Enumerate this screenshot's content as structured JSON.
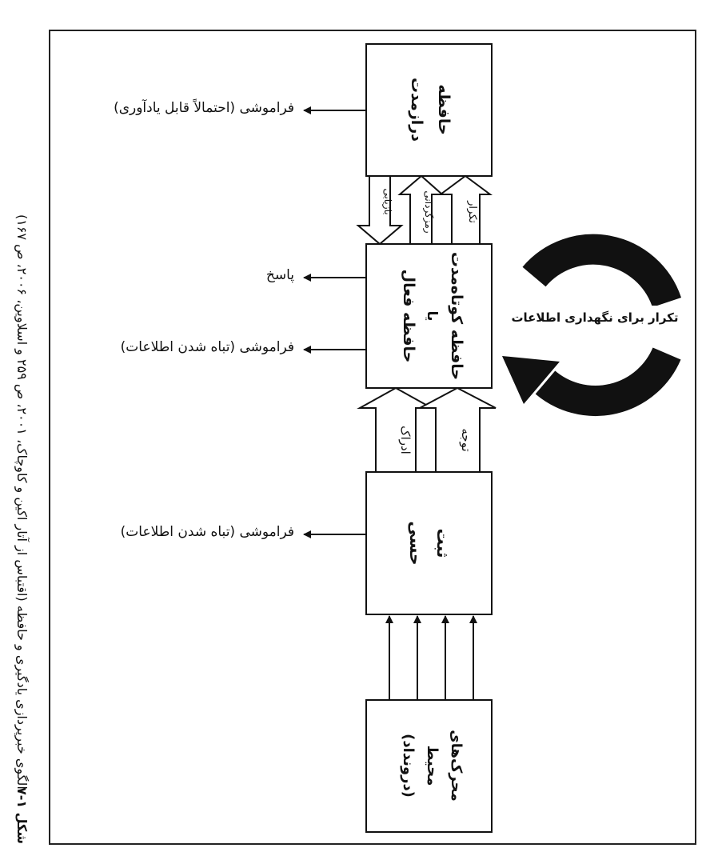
{
  "caption": {
    "figure_number": "شکل ۱-۷",
    "text": "الگوی خبرپردازی یادگیری و حافظه (اقتباس از آتار اکین و کاوچاک، ۲۰۰۱، ص ۲۵۹ و اسلاوین، ۲۰۰۶، ص ۱۶۷)"
  },
  "boxes": {
    "long_term": {
      "line1": "حافظه",
      "line2": "درازمدت"
    },
    "working": {
      "line1": "حافظه کوتاه‌مدت",
      "line2": "یا",
      "line3": "حافظه فعال"
    },
    "sensory": {
      "line1": "ثبت",
      "line2": "حسی"
    },
    "environment": {
      "line1": "محرک‌های",
      "line2": "محیط",
      "line3": "(درونداد)"
    }
  },
  "arrows": {
    "retrieval": "بازیابی",
    "encoding": "رمزگردانی",
    "rehearsal": "تکرار",
    "perception": "ادراک",
    "attention": "توجه"
  },
  "outputs": {
    "ltm_forgetting": "فراموشی (احتمالاً قابل یادآوری)",
    "response": "پاسخ",
    "wm_forgetting": "فراموشی (تباه شدن اطلاعات)",
    "sensory_forgetting": "فراموشی (تباه شدن اطلاعات)"
  },
  "loop_label": "تکرار برای نگهداری اطلاعات"
}
